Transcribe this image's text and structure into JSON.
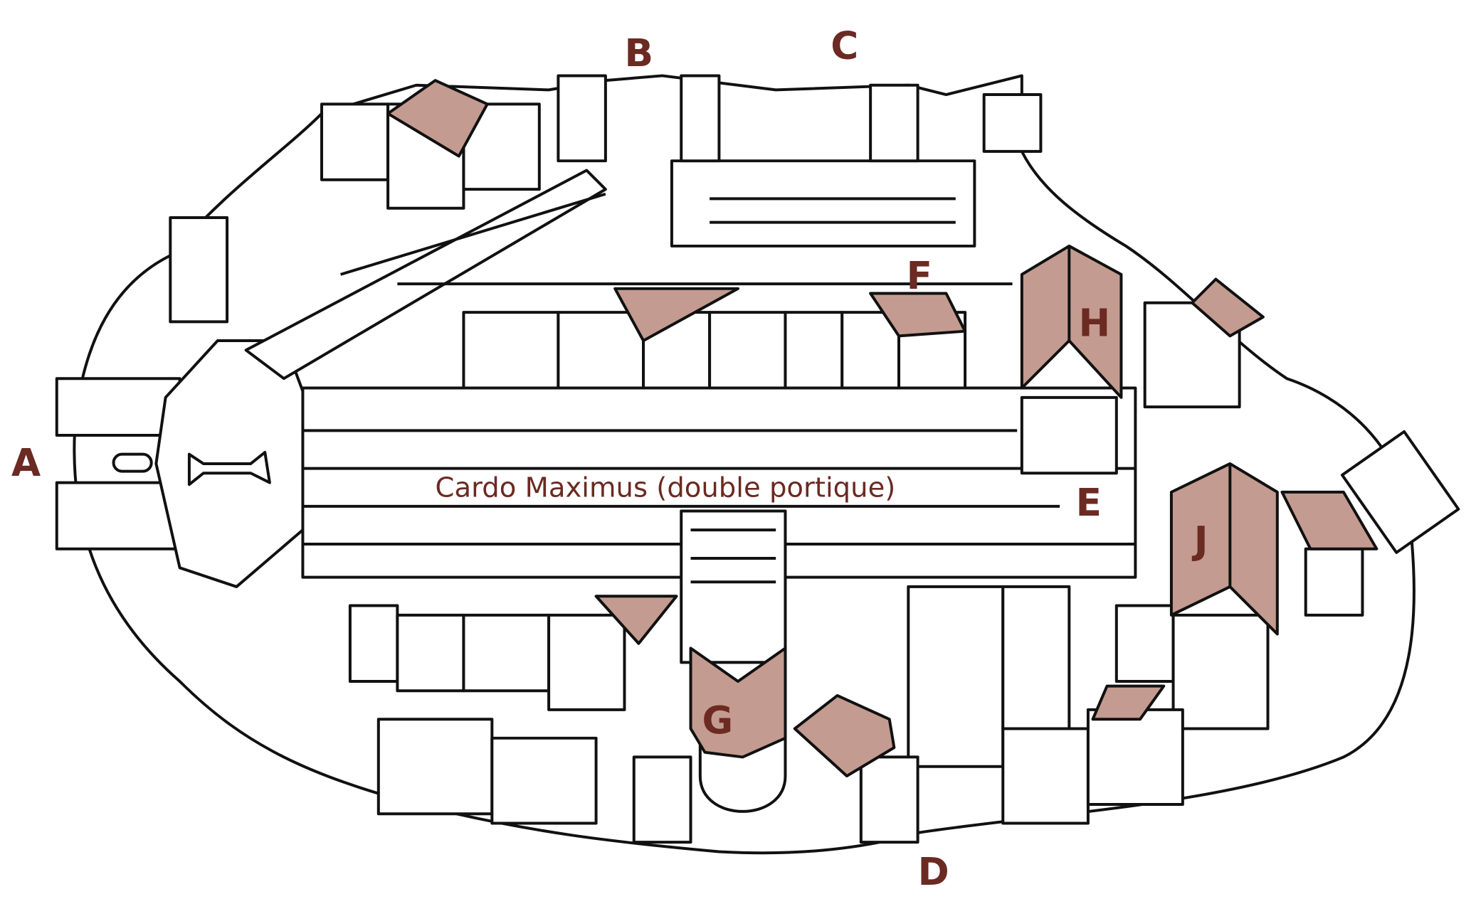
{
  "title": "Madaba map plan of Jerusalem",
  "colors": {
    "label": "#6b2a22",
    "highlight": "#c49b90",
    "line": "#111111",
    "background": "#ffffff"
  },
  "street_label": "Cardo Maximus (double portique)",
  "markers": [
    {
      "id": "A",
      "label": "A"
    },
    {
      "id": "B",
      "label": "B"
    },
    {
      "id": "C",
      "label": "C"
    },
    {
      "id": "D",
      "label": "D"
    },
    {
      "id": "E",
      "label": "E"
    },
    {
      "id": "F",
      "label": "F"
    },
    {
      "id": "G",
      "label": "G"
    },
    {
      "id": "H",
      "label": "H"
    },
    {
      "id": "J",
      "label": "J"
    }
  ]
}
